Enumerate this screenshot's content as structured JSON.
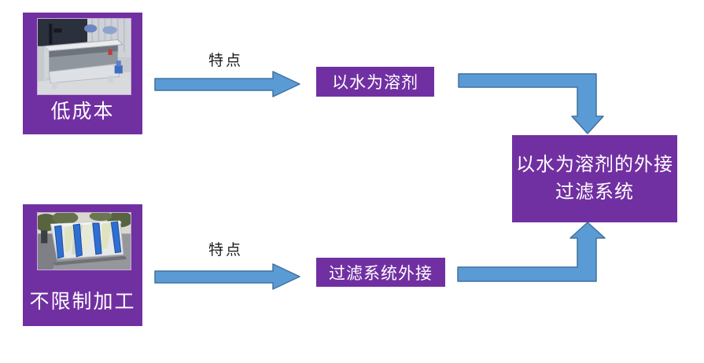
{
  "diagram": {
    "type": "flow-diagram",
    "background": "#ffffff",
    "colors": {
      "node_purple": "#7130A2",
      "node_text": "#ffffff",
      "arrow_fill": "#5B9BD5",
      "arrow_border": "#41719C",
      "label_text": "#1c1c1c"
    },
    "cards": [
      {
        "label": "低成本",
        "image": "spray-booth-photo"
      },
      {
        "label": "不限制加工",
        "image": "filter-unit-photo"
      }
    ],
    "arrows": [
      {
        "label": "特点",
        "from": "低成本",
        "to": "以水为溶剂",
        "shape": "straight-right"
      },
      {
        "label": "特点",
        "from": "不限制加工",
        "to": "过滤系统外接",
        "shape": "straight-right"
      },
      {
        "label": "",
        "from": "以水为溶剂",
        "to": "以水为溶剂的外接过滤系统",
        "shape": "elbow-right-down"
      },
      {
        "label": "",
        "from": "过滤系统外接",
        "to": "以水为溶剂的外接过滤系统",
        "shape": "elbow-right-up"
      }
    ],
    "feature_boxes": [
      {
        "label": "以水为溶剂"
      },
      {
        "label": "过滤系统外接"
      }
    ],
    "result_box": {
      "label": "以水为溶剂的外接过滤系统",
      "line1": "以水为溶剂的外接",
      "line2": "过滤系统"
    }
  }
}
